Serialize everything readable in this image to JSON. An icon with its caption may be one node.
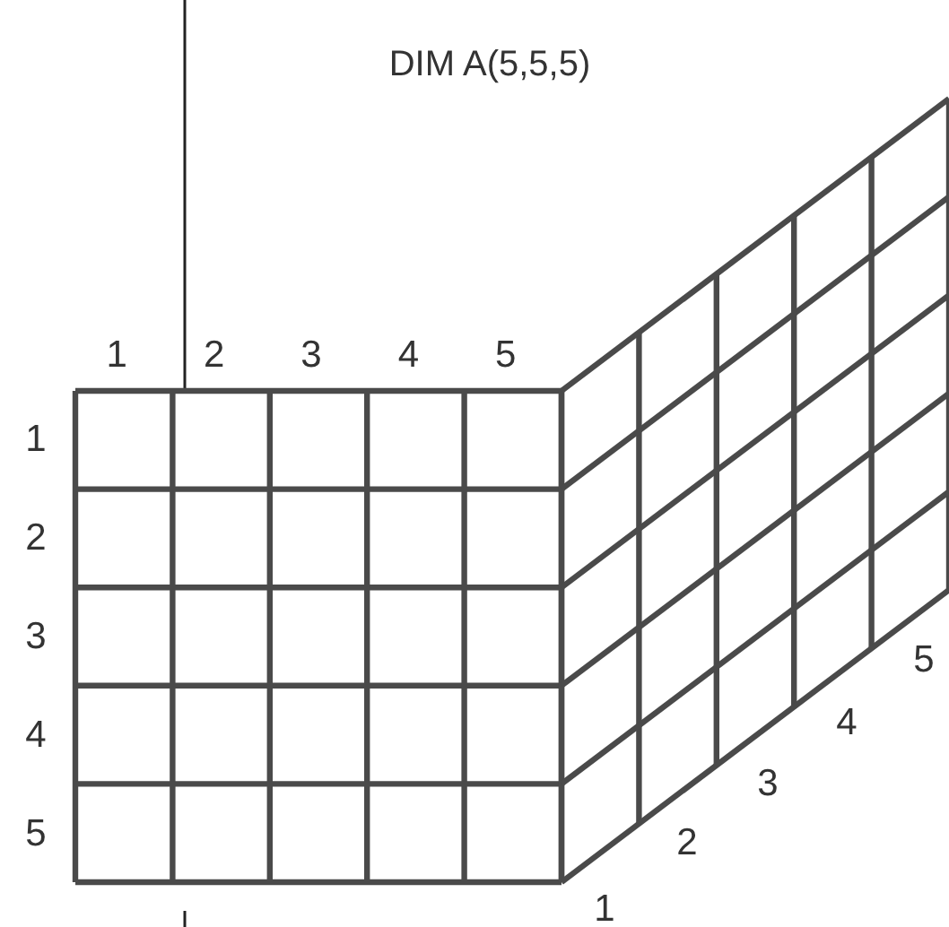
{
  "diagram": {
    "title": "DIM A(5,5,5)",
    "labels": [
      "1",
      "2",
      "3",
      "4",
      "5",
      "1",
      "2",
      "3",
      "4",
      "5",
      "5",
      "4",
      "3",
      "2",
      "1"
    ]
  }
}
